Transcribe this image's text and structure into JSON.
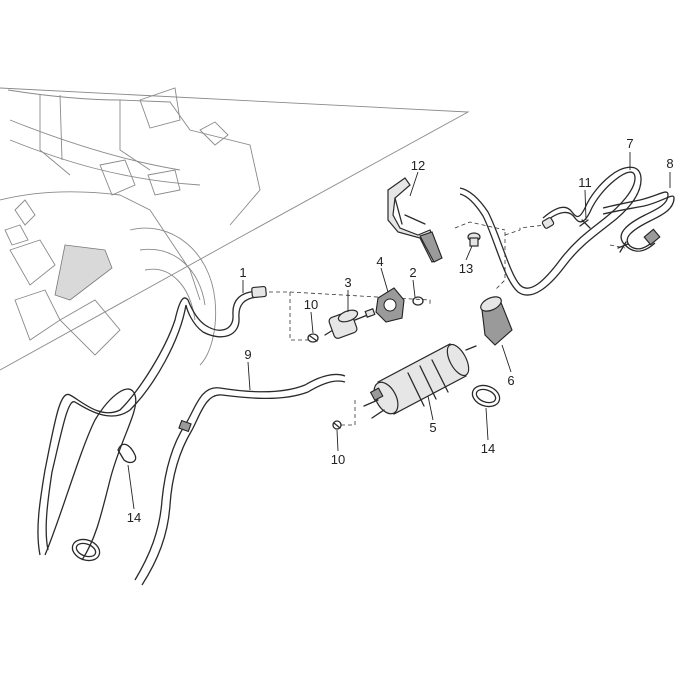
{
  "callouts": {
    "c1": "1",
    "c2": "2",
    "c3": "3",
    "c4": "4",
    "c5": "5",
    "c6": "6",
    "c7": "7",
    "c8": "8",
    "c9": "9",
    "c10a": "10",
    "c10b": "10",
    "c11": "11",
    "c12": "12",
    "c13": "13",
    "c14a": "14",
    "c14b": "14"
  },
  "colors": {
    "line": "#2a2a2a",
    "part_fill": "#e6e6e6",
    "dark_fill": "#9a9a9a",
    "background_sketch": "#8a8a8a"
  }
}
